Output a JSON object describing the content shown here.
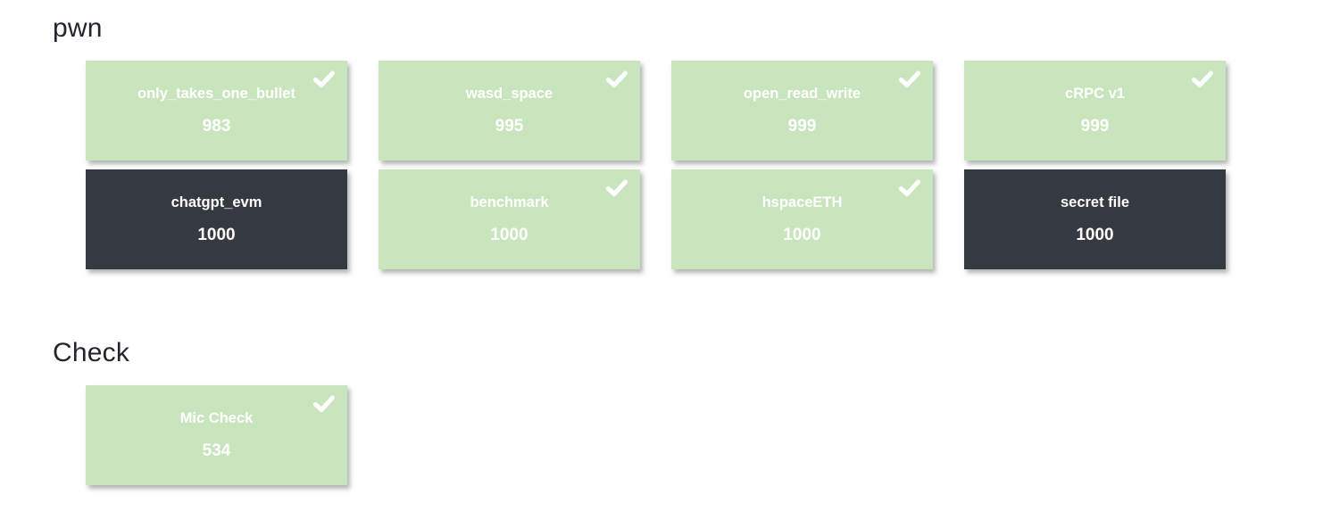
{
  "colors": {
    "solved_bg": "#c9e5bd",
    "unsolved_bg": "#343a40",
    "card_text": "#ffffff",
    "heading_text": "#24252a",
    "page_bg": "#ffffff"
  },
  "icons": {
    "solved_marker": "check-icon"
  },
  "sections": [
    {
      "title": "pwn",
      "challenges": [
        {
          "name": "only_takes_one_bullet",
          "points": "983",
          "solved": true
        },
        {
          "name": "wasd_space",
          "points": "995",
          "solved": true
        },
        {
          "name": "open_read_write",
          "points": "999",
          "solved": true
        },
        {
          "name": "cRPC v1",
          "points": "999",
          "solved": true
        },
        {
          "name": "chatgpt_evm",
          "points": "1000",
          "solved": false
        },
        {
          "name": "benchmark",
          "points": "1000",
          "solved": true
        },
        {
          "name": "hspaceETH",
          "points": "1000",
          "solved": true
        },
        {
          "name": "secret file",
          "points": "1000",
          "solved": false
        }
      ]
    },
    {
      "title": "Check",
      "challenges": [
        {
          "name": "Mic Check",
          "points": "534",
          "solved": true
        }
      ]
    }
  ]
}
